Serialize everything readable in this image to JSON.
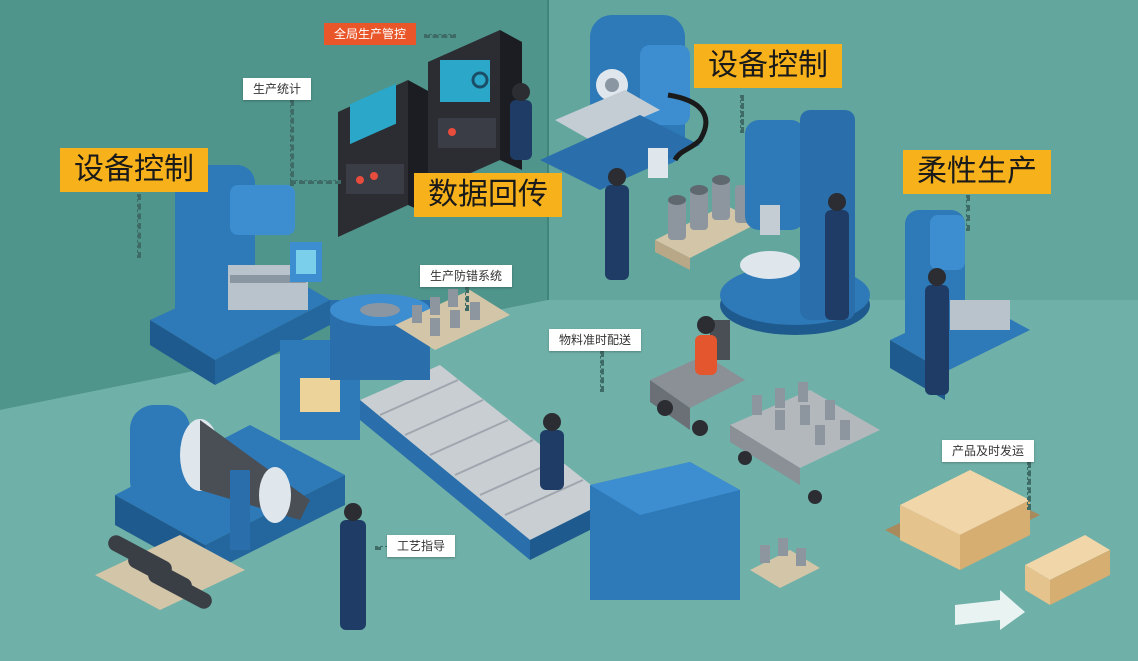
{
  "labels": {
    "equipment_control_left": "设备控制",
    "equipment_control_top": "设备控制",
    "data_feedback": "数据回传",
    "flexible_production": "柔性生产",
    "global_production_control": "全局生产管控",
    "production_statistics": "生产统计",
    "production_error_proofing": "生产防错系统",
    "material_on_time_delivery": "物料准时配送",
    "process_guidance": "工艺指导",
    "product_timely_shipping": "产品及时发运"
  },
  "colors": {
    "background": "#6fb0a8",
    "wall": "#4f958b",
    "machine_blue": "#2e79b8",
    "label_yellow": "#f7b21b",
    "label_red": "#e8562a"
  }
}
